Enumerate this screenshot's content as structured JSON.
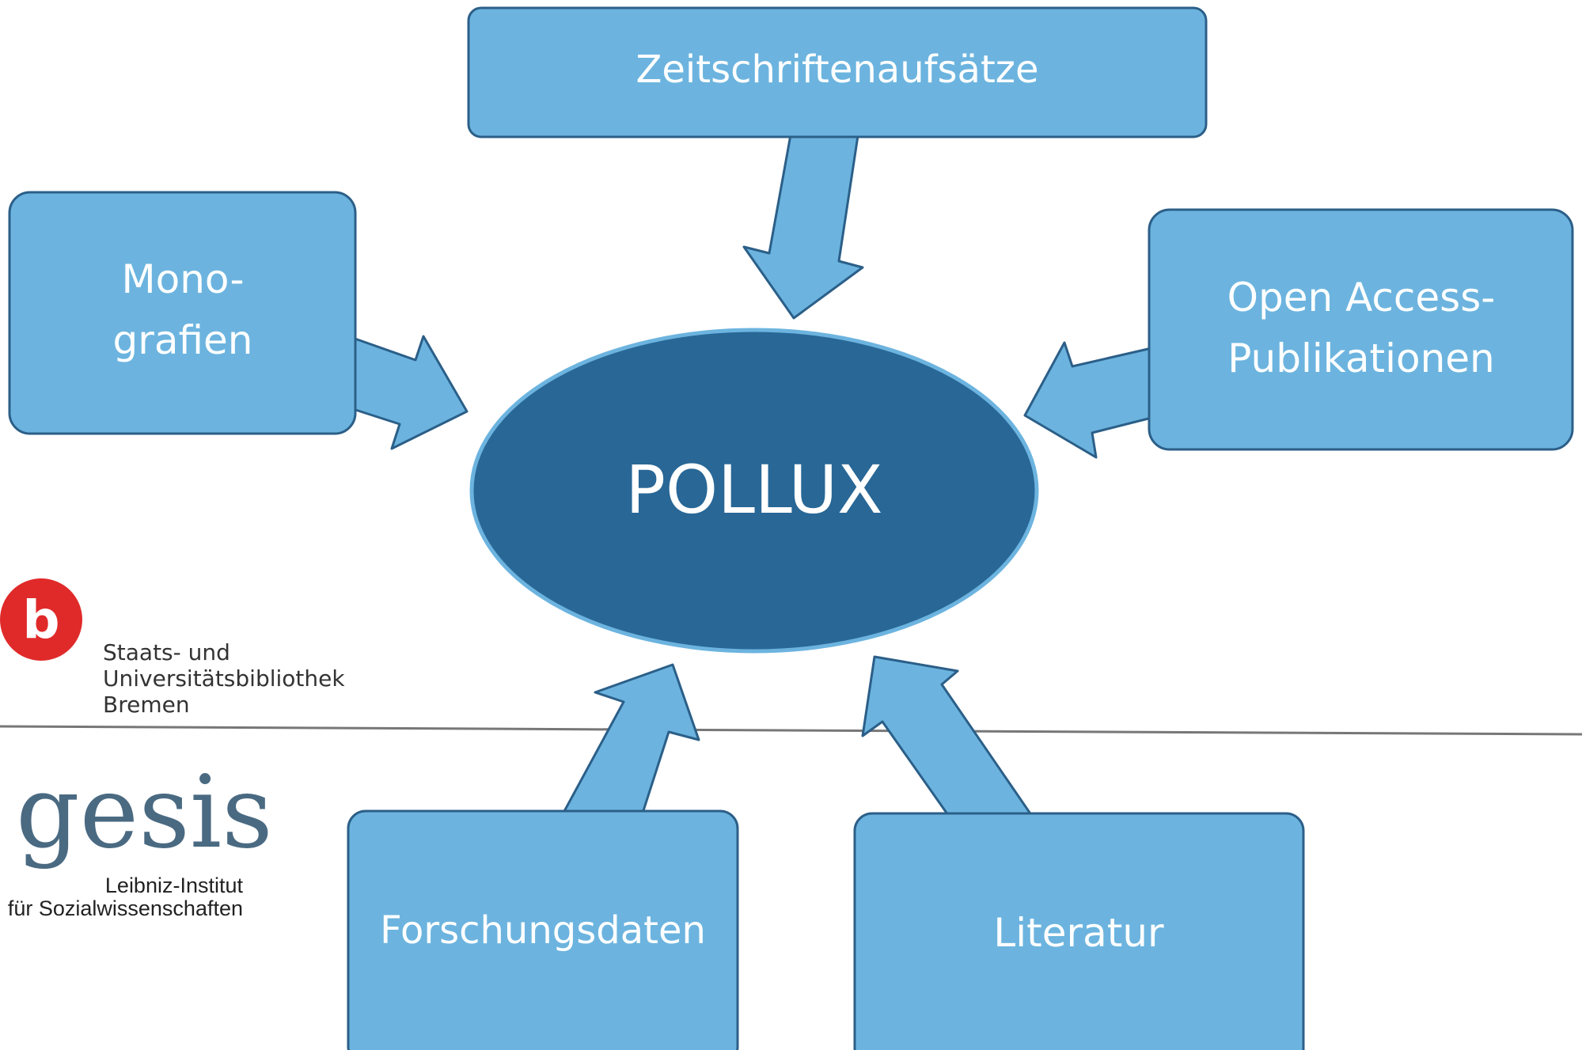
{
  "center": {
    "label": "POLLUX"
  },
  "nodes": {
    "zeitschriften": {
      "label": "Zeitschriftenaufsätze"
    },
    "monografien": {
      "line1": "Mono-",
      "line2": "grafien"
    },
    "open_access": {
      "line1": "Open Access-",
      "line2": "Publikationen"
    },
    "forschungsdaten": {
      "label": "Forschungsdaten"
    },
    "literatur": {
      "label": "Literatur"
    }
  },
  "logos": {
    "suub": {
      "letter": "b",
      "line1": "Staats- und",
      "line2": "Universitätsbibliothek",
      "line3": "Bremen"
    },
    "gesis": {
      "word": "gesis",
      "line1": "Leibniz-Institut",
      "line2": "für Sozialwissenschaften"
    }
  },
  "colors": {
    "box_fill": "#6cb4df",
    "box_stroke": "#2b5f88",
    "center_fill": "#286796",
    "center_stroke": "#6cb4df",
    "suub_red": "#e02a2a",
    "divider": "#777777"
  }
}
